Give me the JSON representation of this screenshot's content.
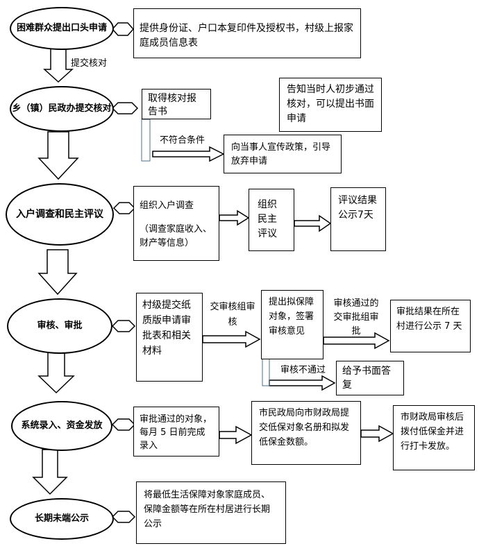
{
  "steps": [
    {
      "label": "困难群众提出口头申请"
    },
    {
      "label": "乡（镇）民政办提交核对"
    },
    {
      "label": "入户调查和民主评议"
    },
    {
      "label": "审核、审批"
    },
    {
      "label": "系统录入、资金发放"
    },
    {
      "label": "长期未端公示"
    }
  ],
  "boxes": {
    "b1": "提供身份证、户口本复印件及授权书，村级上报家庭成员信息表",
    "b2": "取得核对报告书",
    "b3": "告知当时人初步通过核对，可以提出书面申请",
    "b4": "向当事人宣传政策，引导放弃申请",
    "b5a": "组织入户调查",
    "b5b": "（调查家庭收入、财产等信息）",
    "b6": "组织民主评议",
    "b7": "评议结果公示7天",
    "b8": "村级提交纸质版申请审批表和相关材料",
    "b9": "提出拟保障对象，签署审核意见",
    "b10": "审批结果在所在村进行公示 7 天",
    "b11": "给予书面答复",
    "b12": "审批通过的对象，每月 5 日前完成录入",
    "b13": "市民政局向市财政局提交低保对象名册和拟发低保金数额。",
    "b14": "市财政局审核后拨付低保金并进行打卡发放。",
    "b15": "将最低生活保障对象家庭成员、保障金额等在所在村居进行长期公示"
  },
  "labels": {
    "submit": "提交核对",
    "not_qualified": "不符合条件",
    "to_review": "交审核组审核",
    "review_pass": "审核通过的交审批组审批",
    "review_fail": "审核不通过"
  }
}
